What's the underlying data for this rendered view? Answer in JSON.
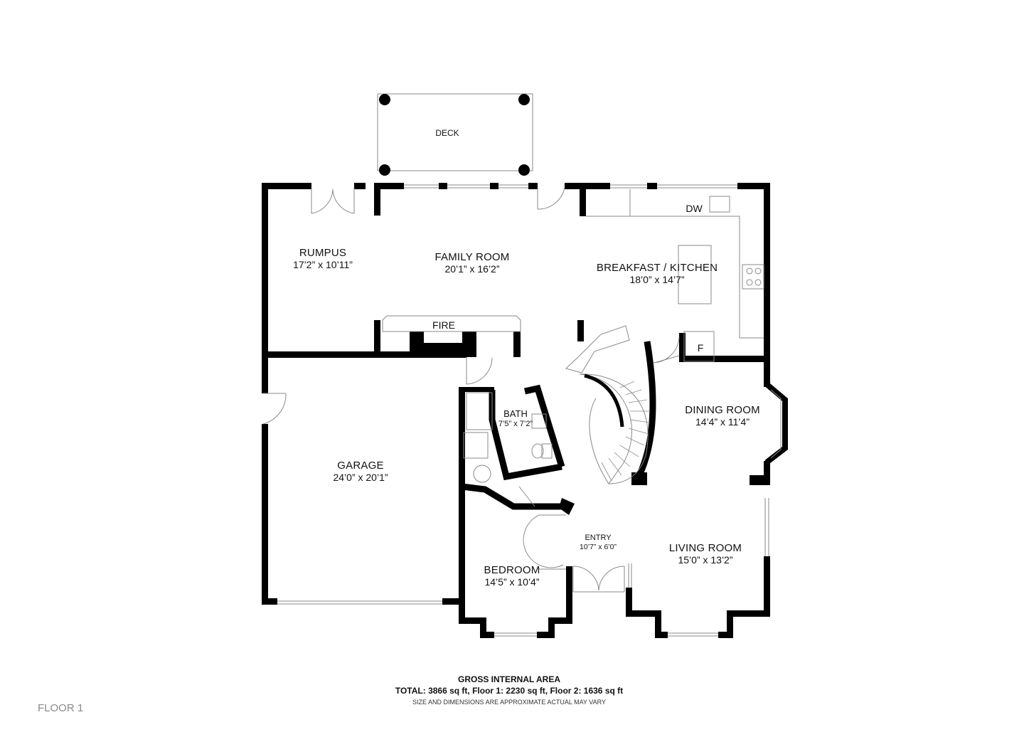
{
  "rooms": {
    "deck": {
      "name": "DECK"
    },
    "rumpus": {
      "name": "RUMPUS",
      "dims": "17’2” x 10’11”"
    },
    "family": {
      "name": "FAMILY ROOM",
      "dims": "20’1” x 16’2”"
    },
    "kitchen": {
      "name": "BREAKFAST / KITCHEN",
      "dims": "18’0” x 14’7”"
    },
    "garage": {
      "name": "GARAGE",
      "dims": "24’0” x 20’1”"
    },
    "bath": {
      "name": "BATH",
      "dims": "7’5” x 7’2”"
    },
    "dining": {
      "name": "DINING ROOM",
      "dims": "14’4” x 11’4”"
    },
    "entry": {
      "name": "ENTRY",
      "dims": "10’7” x 6’0”"
    },
    "living": {
      "name": "LIVING ROOM",
      "dims": "15’0” x 13’2”"
    },
    "bedroom": {
      "name": "BEDROOM",
      "dims": "14’5” x 10’4”"
    }
  },
  "fixtures": {
    "fire": "FIRE",
    "dishwasher": "DW",
    "fridge": "F"
  },
  "footer": {
    "title": "GROSS INTERNAL AREA",
    "total": "TOTAL: 3866 sq ft, Floor 1: 2230 sq ft, Floor 2: 1636 sq ft",
    "note": "SIZE AND DIMENSIONS ARE APPROXIMATE ACTUAL MAY VARY"
  },
  "floor_label": "FLOOR 1",
  "colors": {
    "wall": "#000000",
    "fixture": "#8a8a8a",
    "background": "#ffffff"
  }
}
